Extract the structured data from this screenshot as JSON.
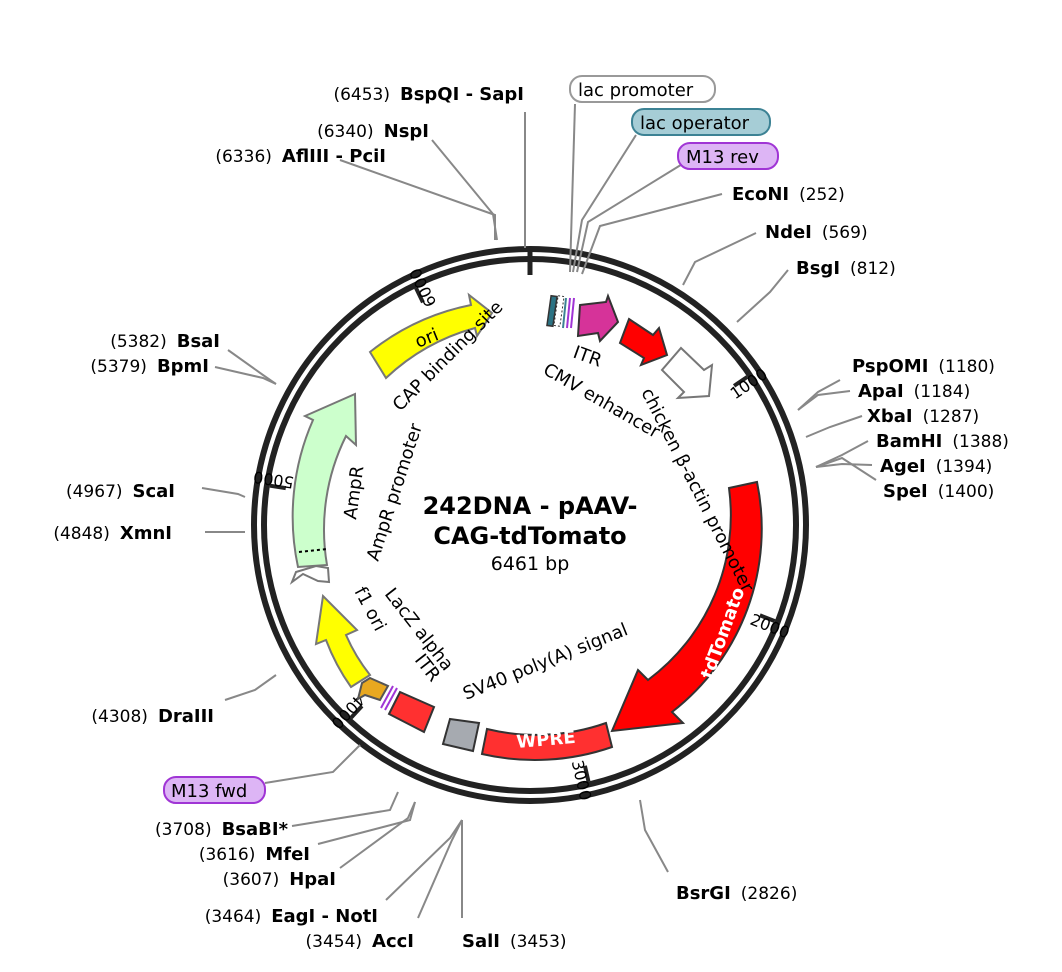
{
  "map": {
    "title_line1": "242DNA - pAAV-",
    "title_line2": "CAG-tdTomato",
    "length_label": "6461 bp",
    "length_bp": 6461
  },
  "ticks": [
    {
      "bp": 1000,
      "label": "1000"
    },
    {
      "bp": 2000,
      "label": "2000"
    },
    {
      "bp": 3000,
      "label": "3000"
    },
    {
      "bp": 4000,
      "label": "4000"
    },
    {
      "bp": 5000,
      "label": "5000"
    },
    {
      "bp": 6000,
      "label": "6000"
    }
  ],
  "enzymes_right": [
    {
      "name": "EcoNI",
      "pos": "(252)",
      "bp": 252
    },
    {
      "name": "NdeI",
      "pos": "(569)",
      "bp": 569
    },
    {
      "name": "BsgI",
      "pos": "(812)",
      "bp": 812
    },
    {
      "name": "PspOMI",
      "pos": "(1180)",
      "bp": 1180
    },
    {
      "name": "ApaI",
      "pos": "(1184)",
      "bp": 1184
    },
    {
      "name": "XbaI",
      "pos": "(1287)",
      "bp": 1287
    },
    {
      "name": "BamHI",
      "pos": "(1388)",
      "bp": 1388
    },
    {
      "name": "AgeI",
      "pos": "(1394)",
      "bp": 1394
    },
    {
      "name": "SpeI",
      "pos": "(1400)",
      "bp": 1400
    },
    {
      "name": "BsrGI",
      "pos": "(2826)",
      "bp": 2826
    },
    {
      "name": "SalI",
      "pos": "(3453)",
      "bp": 3453
    }
  ],
  "enzymes_left": [
    {
      "name": "AccI",
      "pos": "(3454)",
      "bp": 3454
    },
    {
      "name": "EagI - NotI",
      "pos": "(3464)",
      "bp": 3464
    },
    {
      "name": "HpaI",
      "pos": "(3607)",
      "bp": 3607
    },
    {
      "name": "MfeI",
      "pos": "(3616)",
      "bp": 3616
    },
    {
      "name": "BsaBI*",
      "pos": "(3708)",
      "bp": 3708
    },
    {
      "name": "DraIII",
      "pos": "(4308)",
      "bp": 4308
    },
    {
      "name": "XmnI",
      "pos": "(4848)",
      "bp": 4848
    },
    {
      "name": "ScaI",
      "pos": "(4967)",
      "bp": 4967
    },
    {
      "name": "BpmI",
      "pos": "(5379)",
      "bp": 5379
    },
    {
      "name": "BsaI",
      "pos": "(5382)",
      "bp": 5382
    },
    {
      "name": "AflIII - PciI",
      "pos": "(6336)",
      "bp": 6336
    },
    {
      "name": "NspI",
      "pos": "(6340)",
      "bp": 6340
    },
    {
      "name": "BspQI - SapI",
      "pos": "(6453)",
      "bp": 6453
    }
  ],
  "boxed_labels": [
    {
      "label": "lac promoter",
      "fill": "#ffffff",
      "stroke": "#999999"
    },
    {
      "label": "lac operator",
      "fill": "#a6cdd6",
      "stroke": "#3c8294"
    },
    {
      "label": "M13 rev",
      "fill": "#ddb5f5",
      "stroke": "#a035d5"
    },
    {
      "label": "M13 fwd",
      "fill": "#ddb5f5",
      "stroke": "#a035d5"
    }
  ],
  "features": [
    {
      "name": "ITR",
      "label": "ITR",
      "color": "#d63399"
    },
    {
      "name": "CMV enhancer",
      "label": "CMV enhancer",
      "color": "#ff0000"
    },
    {
      "name": "chicken β-actin promoter",
      "label": "chicken β-actin promoter",
      "color": "#ffffff"
    },
    {
      "name": "tdTomato",
      "label": "tdTomato",
      "color": "#ff0000"
    },
    {
      "name": "WPRE",
      "label": "WPRE",
      "color": "#ff3030"
    },
    {
      "name": "SV40 poly(A) signal",
      "label": "SV40 poly(A) signal",
      "color": "#a6aab0"
    },
    {
      "name": "ITR2",
      "label": "ITR",
      "color": "#ff3030"
    },
    {
      "name": "LacZ alpha",
      "label": "LacZ alpha",
      "color": "#e8a820"
    },
    {
      "name": "f1 ori",
      "label": "f1 ori",
      "color": "#ffff00"
    },
    {
      "name": "AmpR promoter",
      "label": "AmpR promoter",
      "color": "#ffffff"
    },
    {
      "name": "AmpR",
      "label": "AmpR",
      "color": "#ccffcc"
    },
    {
      "name": "ori",
      "label": "ori",
      "color": "#ffff00"
    },
    {
      "name": "CAP binding site",
      "label": "CAP binding site",
      "color": "#2c7384"
    }
  ]
}
